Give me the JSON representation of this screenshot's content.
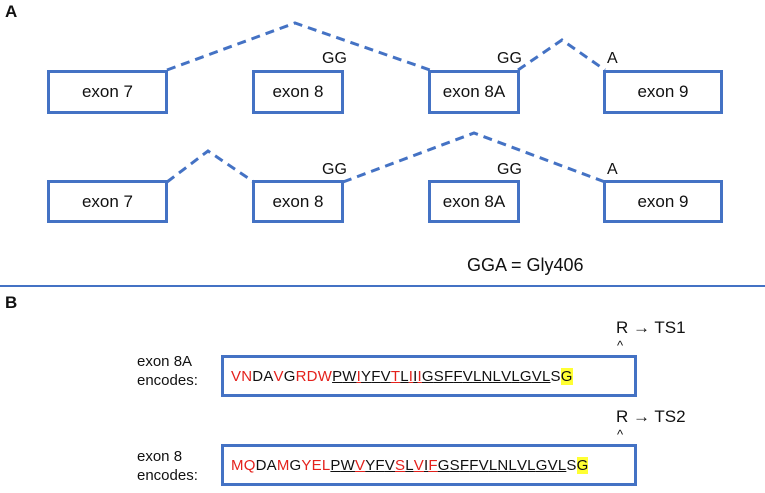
{
  "panels": {
    "a": "A",
    "b": "B"
  },
  "splicing": {
    "row1": {
      "exons": [
        "exon 7",
        "exon 8",
        "exon 8A",
        "exon 9"
      ],
      "sites": [
        "GG",
        "GG",
        "A"
      ]
    },
    "row2": {
      "exons": [
        "exon 7",
        "exon 8",
        "exon 8A",
        "exon 9"
      ],
      "sites": [
        "GG",
        "GG",
        "A"
      ]
    },
    "codon_note": "GGA = Gly406",
    "line_color": "#4472c4"
  },
  "sequences": [
    {
      "label_line1": "exon 8A",
      "label_line2": "encodes:",
      "annotation": "R → TS1",
      "caret": "^",
      "residues": [
        {
          "aa": "V",
          "c": "red",
          "u": false
        },
        {
          "aa": "N",
          "c": "red",
          "u": false
        },
        {
          "aa": "D",
          "c": "black",
          "u": false
        },
        {
          "aa": "A",
          "c": "black",
          "u": false
        },
        {
          "aa": "V",
          "c": "red",
          "u": false
        },
        {
          "aa": "G",
          "c": "black",
          "u": false
        },
        {
          "aa": "R",
          "c": "red",
          "u": false
        },
        {
          "aa": "D",
          "c": "red",
          "u": false
        },
        {
          "aa": "W",
          "c": "red",
          "u": false
        },
        {
          "aa": "P",
          "c": "black",
          "u": true
        },
        {
          "aa": "W",
          "c": "black",
          "u": true
        },
        {
          "aa": "I",
          "c": "red",
          "u": true
        },
        {
          "aa": "Y",
          "c": "black",
          "u": true
        },
        {
          "aa": "F",
          "c": "black",
          "u": true
        },
        {
          "aa": "V",
          "c": "black",
          "u": true
        },
        {
          "aa": "T",
          "c": "red",
          "u": true
        },
        {
          "aa": "L",
          "c": "black",
          "u": true
        },
        {
          "aa": "I",
          "c": "red",
          "u": true
        },
        {
          "aa": "I",
          "c": "black",
          "u": true
        },
        {
          "aa": "I",
          "c": "red",
          "u": true
        },
        {
          "aa": "G",
          "c": "black",
          "u": true
        },
        {
          "aa": "S",
          "c": "black",
          "u": true
        },
        {
          "aa": "F",
          "c": "black",
          "u": true
        },
        {
          "aa": "F",
          "c": "black",
          "u": true
        },
        {
          "aa": "V",
          "c": "black",
          "u": true
        },
        {
          "aa": "L",
          "c": "black",
          "u": true
        },
        {
          "aa": "N",
          "c": "black",
          "u": true
        },
        {
          "aa": "L",
          "c": "black",
          "u": true
        },
        {
          "aa": "V",
          "c": "black",
          "u": true
        },
        {
          "aa": "L",
          "c": "black",
          "u": true
        },
        {
          "aa": "G",
          "c": "black",
          "u": true
        },
        {
          "aa": "V",
          "c": "black",
          "u": true
        },
        {
          "aa": "L",
          "c": "black",
          "u": true
        },
        {
          "aa": "S",
          "c": "black",
          "u": false
        },
        {
          "aa": "G",
          "c": "black",
          "u": false,
          "hl": true
        }
      ]
    },
    {
      "label_line1": "exon 8",
      "label_line2": "encodes:",
      "annotation": "R → TS2",
      "caret": "^",
      "residues": [
        {
          "aa": "M",
          "c": "red",
          "u": false
        },
        {
          "aa": "Q",
          "c": "red",
          "u": false
        },
        {
          "aa": "D",
          "c": "black",
          "u": false
        },
        {
          "aa": "A",
          "c": "black",
          "u": false
        },
        {
          "aa": "M",
          "c": "red",
          "u": false
        },
        {
          "aa": "G",
          "c": "black",
          "u": false
        },
        {
          "aa": "Y",
          "c": "red",
          "u": false
        },
        {
          "aa": "E",
          "c": "red",
          "u": false
        },
        {
          "aa": "L",
          "c": "red",
          "u": false
        },
        {
          "aa": "P",
          "c": "black",
          "u": true
        },
        {
          "aa": "W",
          "c": "black",
          "u": true
        },
        {
          "aa": "V",
          "c": "red",
          "u": true
        },
        {
          "aa": "Y",
          "c": "black",
          "u": true
        },
        {
          "aa": "F",
          "c": "black",
          "u": true
        },
        {
          "aa": "V",
          "c": "black",
          "u": true
        },
        {
          "aa": "S",
          "c": "red",
          "u": true
        },
        {
          "aa": "L",
          "c": "black",
          "u": true
        },
        {
          "aa": "V",
          "c": "red",
          "u": true
        },
        {
          "aa": "I",
          "c": "black",
          "u": true
        },
        {
          "aa": "F",
          "c": "red",
          "u": true
        },
        {
          "aa": "G",
          "c": "black",
          "u": true
        },
        {
          "aa": "S",
          "c": "black",
          "u": true
        },
        {
          "aa": "F",
          "c": "black",
          "u": true
        },
        {
          "aa": "F",
          "c": "black",
          "u": true
        },
        {
          "aa": "V",
          "c": "black",
          "u": true
        },
        {
          "aa": "L",
          "c": "black",
          "u": true
        },
        {
          "aa": "N",
          "c": "black",
          "u": true
        },
        {
          "aa": "L",
          "c": "black",
          "u": true
        },
        {
          "aa": "V",
          "c": "black",
          "u": true
        },
        {
          "aa": "L",
          "c": "black",
          "u": true
        },
        {
          "aa": "G",
          "c": "black",
          "u": true
        },
        {
          "aa": "V",
          "c": "black",
          "u": true
        },
        {
          "aa": "L",
          "c": "black",
          "u": true
        },
        {
          "aa": "S",
          "c": "black",
          "u": false
        },
        {
          "aa": "G",
          "c": "black",
          "u": false,
          "hl": true
        }
      ]
    }
  ]
}
